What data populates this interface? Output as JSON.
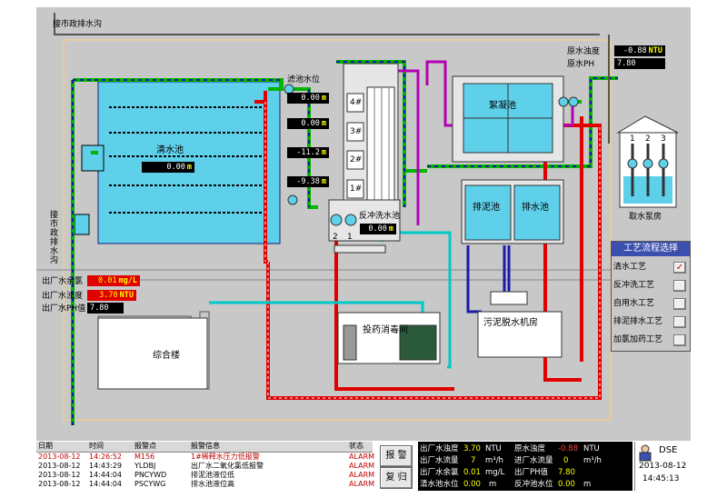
{
  "labels": {
    "municipal_drain_top": "接市政排水沟",
    "municipal_drain_side": "接\n市\n政\n排\n水\n沟",
    "filter_level": "滤池水位",
    "clear_pool": "清水池",
    "flocculation_pool": "絮凝池",
    "backwash_pool": "反冲洗水池",
    "sludge_pool": "排泥池",
    "drain_pool": "排水池",
    "intake_pump_house": "取水泵房",
    "dosing_room": "投药消毒间",
    "sludge_dewatering_room": "污泥脱水机房",
    "office_building": "综合楼",
    "filter_units": [
      "4#",
      "3#",
      "2#",
      "1#"
    ]
  },
  "pump_numbers": [
    "1",
    "2",
    "3"
  ],
  "backwash_pump_numbers": [
    "2",
    "1"
  ],
  "filter_values": [
    {
      "num": "0.00",
      "unit": "m"
    },
    {
      "num": "0.00",
      "unit": "m"
    },
    {
      "num": "-11.2",
      "unit": "m"
    },
    {
      "num": "-9.38",
      "unit": "m"
    }
  ],
  "clear_pool_value": {
    "num": "0.00",
    "unit": "m"
  },
  "backwash_value": {
    "num": "0.00",
    "unit": "m"
  },
  "raw_water": {
    "turbidity_label": "原水浊度",
    "turbidity_num": "-0.88",
    "turbidity_unit": "NTU",
    "ph_label": "原水PH",
    "ph_num": "7.80"
  },
  "outlet": {
    "chlorine_label": "出厂水余氯",
    "chlorine_num": "0.01",
    "chlorine_unit": "mg/L",
    "turbidity_label": "出厂水浊度",
    "turbidity_num": "3.70",
    "turbidity_unit": "NTU",
    "ph_label": "出厂水PH值",
    "ph_num": "7.80"
  },
  "process_panel": {
    "title": "工艺流程选择",
    "items": [
      {
        "label": "清水工艺",
        "checked": "✓"
      },
      {
        "label": "反冲洗工艺",
        "checked": ""
      },
      {
        "label": "自用水工艺",
        "checked": ""
      },
      {
        "label": "排泥排水工艺",
        "checked": ""
      },
      {
        "label": "加氯加药工艺",
        "checked": ""
      }
    ]
  },
  "alarm_table": {
    "headers": [
      "日期",
      "时间",
      "报警点",
      "报警信息",
      "状态"
    ],
    "rows": [
      [
        "2013-08-12",
        "14:26:52",
        "M156",
        "1#稀释水压力低报警",
        "ALARM"
      ],
      [
        "2013-08-12",
        "14:43:29",
        "YLDBJ",
        "出厂水二氧化氯低报警",
        "ALARM"
      ],
      [
        "2013-08-12",
        "14:44:04",
        "PNCYWD",
        "排泥池液位低",
        "ALARM"
      ],
      [
        "2013-08-12",
        "14:44:04",
        "PSCYWG",
        "排水池液位高",
        "ALARM"
      ]
    ]
  },
  "buttons": {
    "alarm": "报 警",
    "reset": "复 归"
  },
  "status_panel": {
    "out_turb_label": "出厂水浊度",
    "out_turb_num": "3.70",
    "out_turb_unit": "NTU",
    "raw_turb_label": "原水浊度",
    "raw_turb_num": "-0.88",
    "raw_turb_unit": "NTU",
    "out_flow_label": "出厂水流量",
    "out_flow_num": "7",
    "out_flow_unit": "m³/h",
    "in_flow_label": "进厂水流量",
    "in_flow_num": "0",
    "in_flow_unit": "m³/h",
    "out_cl_label": "出厂水余氯",
    "out_cl_num": "0.01",
    "out_cl_unit": "mg/L",
    "out_ph_label": "出厂PH值",
    "out_ph_num": "7.80",
    "clear_lvl_label": "清水池水位",
    "clear_lvl_num": "0.00",
    "clear_lvl_unit": "m",
    "bw_lvl_label": "反冲池水位",
    "bw_lvl_num": "0.00",
    "bw_lvl_unit": "m"
  },
  "clock": {
    "user": "DSE",
    "date": "2013-08-12",
    "time": "14:45:13"
  },
  "colors": {
    "background": "#c8c8c8",
    "pipe_green": "#00b400",
    "pipe_blue": "#1a1aa6",
    "pipe_red": "#e00000",
    "pipe_purple": "#b400b4",
    "pipe_cyan": "#00c8c8",
    "water": "#5fd0ea",
    "panel_title": "#3a4fae"
  }
}
